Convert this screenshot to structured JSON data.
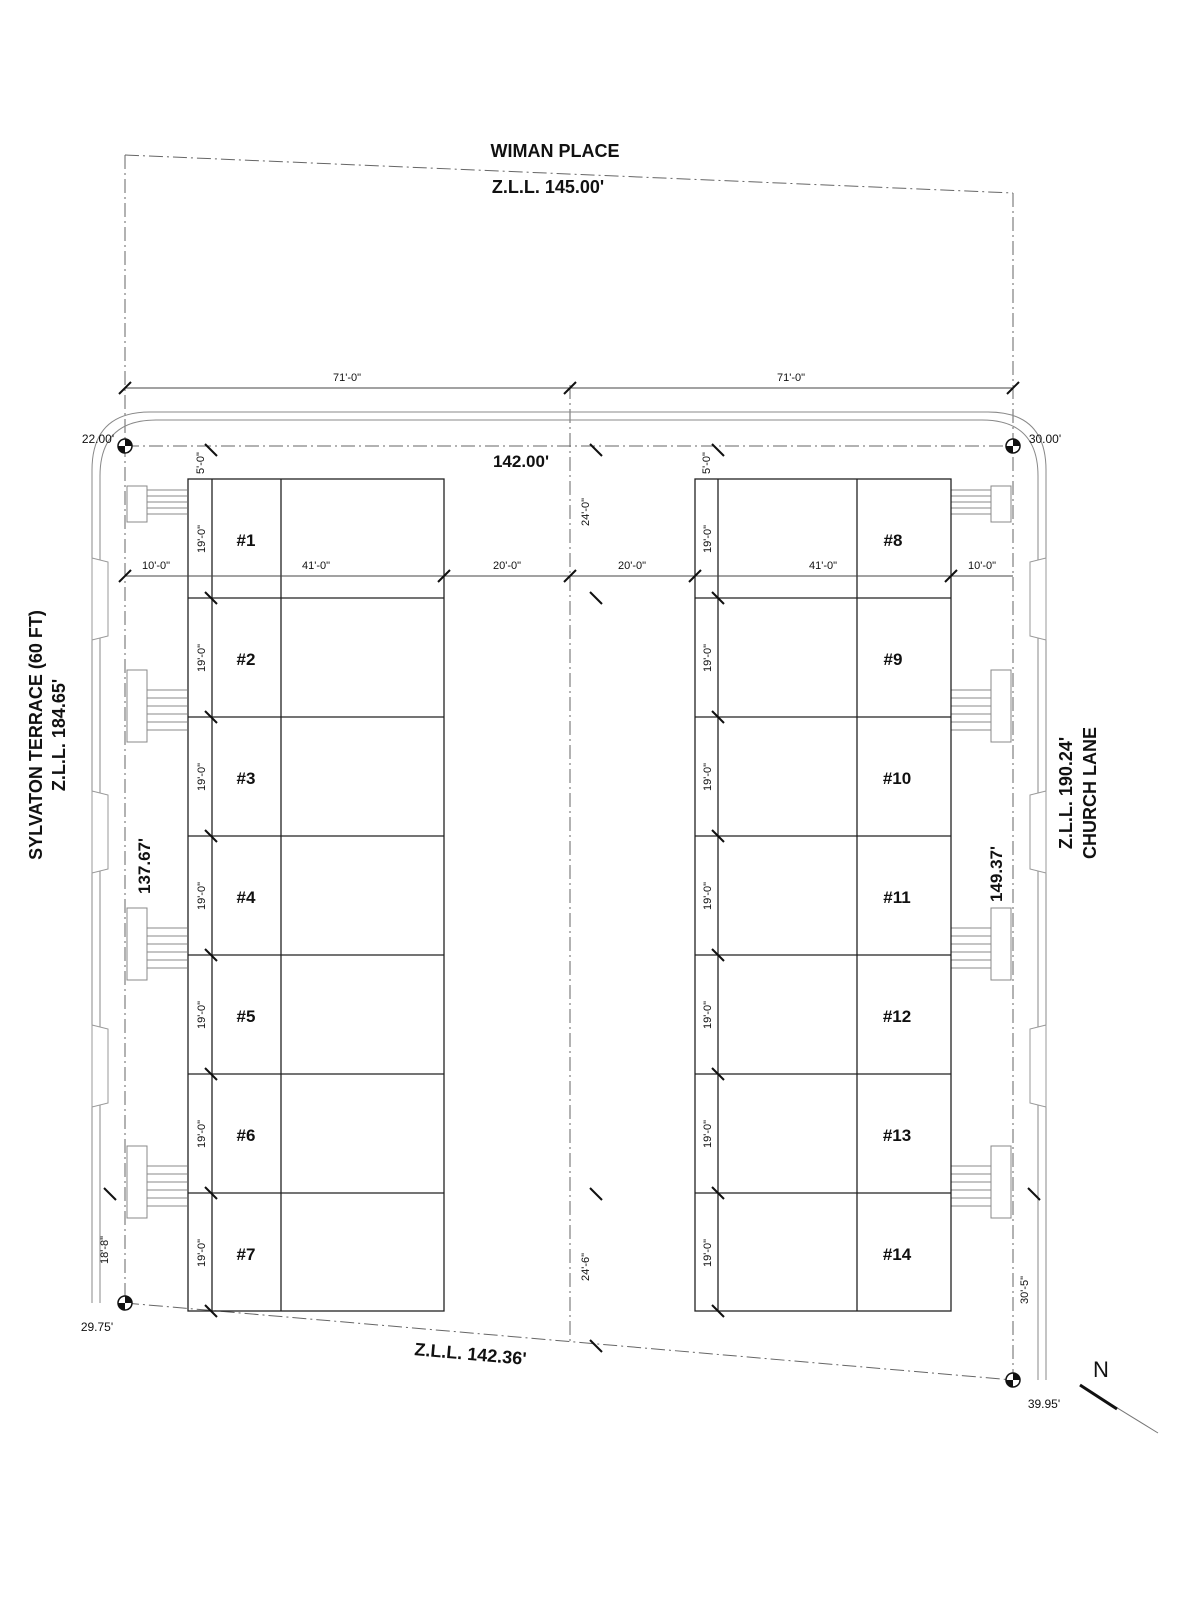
{
  "streets": {
    "north": "WIMAN PLACE",
    "north_zll": "Z.L.L. 145.00'",
    "west": "SYLVATON TERRACE (60 FT)",
    "west_zll": "Z.L.L. 184.65'",
    "east": "CHURCH LANE",
    "east_zll": "Z.L.L. 190.24'",
    "south_zll": "Z.L.L. 142.36'"
  },
  "dims": {
    "top_left_71": "71'-0\"",
    "top_right_71": "71'-0\"",
    "width_142": "142.00'",
    "left_137": "137.67'",
    "right_149": "149.37'",
    "left_10": "10'-0\"",
    "left_41": "41'-0\"",
    "left_20": "20'-0\"",
    "right_20": "20'-0\"",
    "right_41": "41'-0\"",
    "right_10": "10'-0\"",
    "top_24": "24'-0\"",
    "bottom_24": "24'-6\"",
    "left_5": "5'-0\"",
    "right_5": "5'-0\"",
    "bottom_18": "18'-8\"",
    "bottom_30": "30'-5\"",
    "row_19": "19'-0\""
  },
  "corners": {
    "nw": "22.00'",
    "ne": "30.00'",
    "sw": "29.75'",
    "se": "39.95'"
  },
  "units_left": [
    "#1",
    "#2",
    "#3",
    "#4",
    "#5",
    "#6",
    "#7"
  ],
  "units_right": [
    "#8",
    "#9",
    "#10",
    "#11",
    "#12",
    "#13",
    "#14"
  ],
  "north_arrow": "N"
}
